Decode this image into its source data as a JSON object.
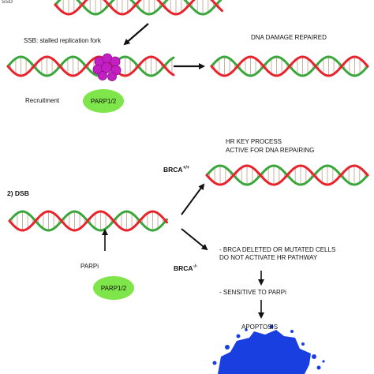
{
  "corner_label": "ssb",
  "ssb": {
    "stalled_label": "SSB: stalled replication fork",
    "recruitment_label": "Recruitment",
    "parp_label": "PARP1/2",
    "repaired_label": "DNA DAMAGE REPAIRED"
  },
  "dsb": {
    "section_label": "2) DSB",
    "parpi_label": "PARPi",
    "parp_label": "PARP1/2",
    "hr_line1": "HR  KEY PROCESS",
    "hr_line2": "ACTIVE FOR DNA REPAIRING",
    "brca_pos_base": "BRCA",
    "brca_pos_sup": "+/+",
    "brca_neg_base": "BRCA",
    "brca_neg_sup": "-/-",
    "deleted_line1": "- BRCA DELETED OR MUTATED CELLS",
    "deleted_line2": "DO NOT ACTIVATE  HR PATHWAY",
    "sensitive_label": "- SENSITIVE TO PARPi",
    "apoptosis_label": "APOPTOSIS"
  },
  "colors": {
    "strand_red": "#e8232c",
    "strand_green": "#3aa63c",
    "rung": "#c9b3a0",
    "parp_green": "#7ee54a",
    "damage_magenta": "#c41fc4",
    "apoptosis_blue": "#1a3fe0"
  }
}
